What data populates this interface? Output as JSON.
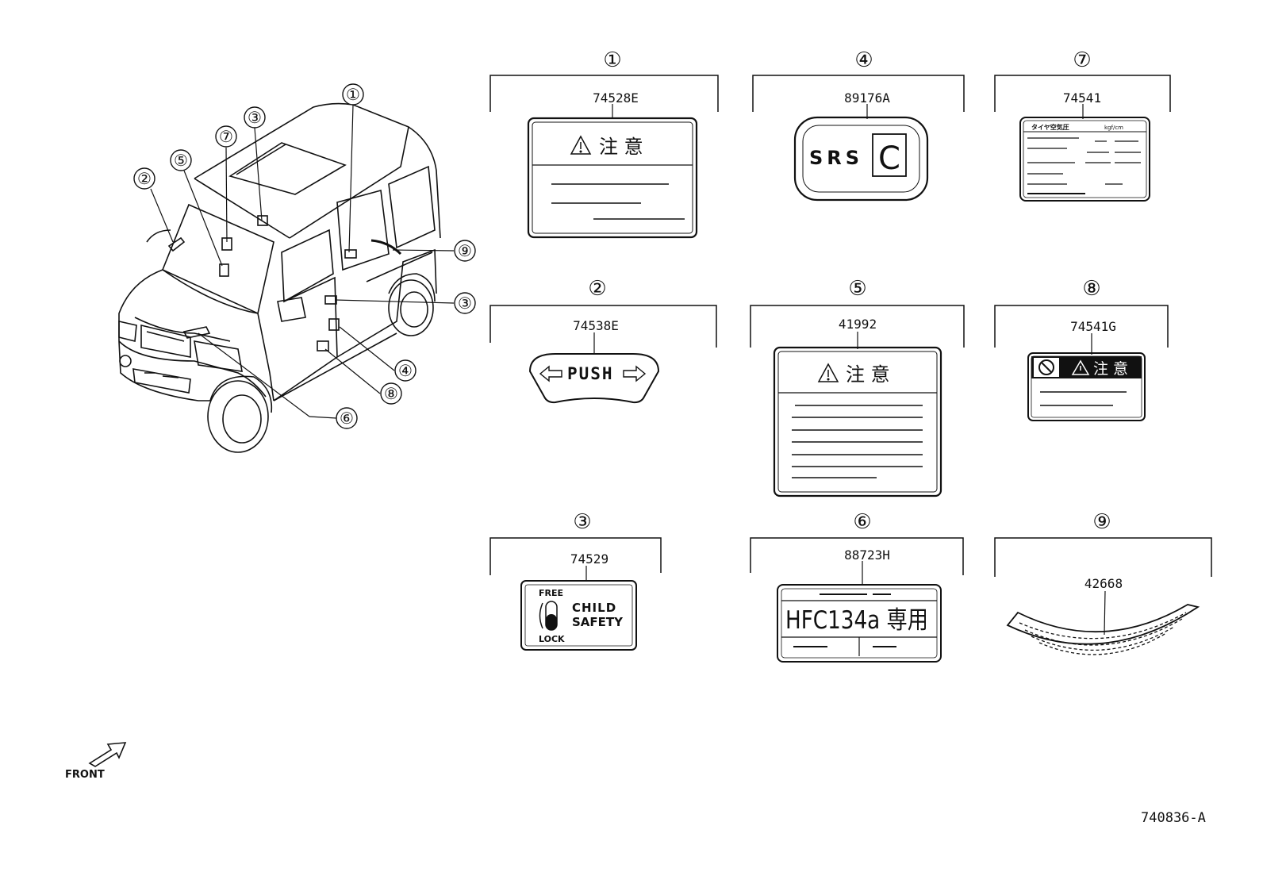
{
  "callouts": [
    "①",
    "②",
    "③",
    "④",
    "⑤",
    "⑥",
    "⑦",
    "⑧",
    "⑨"
  ],
  "vehicle_callouts": {
    "c1": "①",
    "c2": "②",
    "c3a": "③",
    "c3b": "③",
    "c4": "④",
    "c5": "⑤",
    "c6": "⑥",
    "c7": "⑦",
    "c8": "⑧",
    "c9": "⑨"
  },
  "front_label": "FRONT",
  "drawing_number": "740836-A",
  "labels": [
    {
      "num": "①",
      "part": "74528E",
      "heading": "注 意"
    },
    {
      "num": "④",
      "part": "89176A",
      "text": "SRS",
      "box": "C"
    },
    {
      "num": "⑦",
      "part": "74541",
      "heading": "タイヤ空気圧",
      "unit": "kgf/cm"
    },
    {
      "num": "②",
      "part": "74538E",
      "text": "PUSH"
    },
    {
      "num": "⑤",
      "part": "41992",
      "heading": "注 意"
    },
    {
      "num": "⑧",
      "part": "74541G",
      "heading": "注 意"
    },
    {
      "num": "③",
      "part": "74529",
      "free": "FREE",
      "lock": "LOCK",
      "line1": "CHILD",
      "line2": "SAFETY"
    },
    {
      "num": "⑥",
      "part": "88723H",
      "text": "HFC134a 専用"
    },
    {
      "num": "⑨",
      "part": "42668"
    }
  ]
}
